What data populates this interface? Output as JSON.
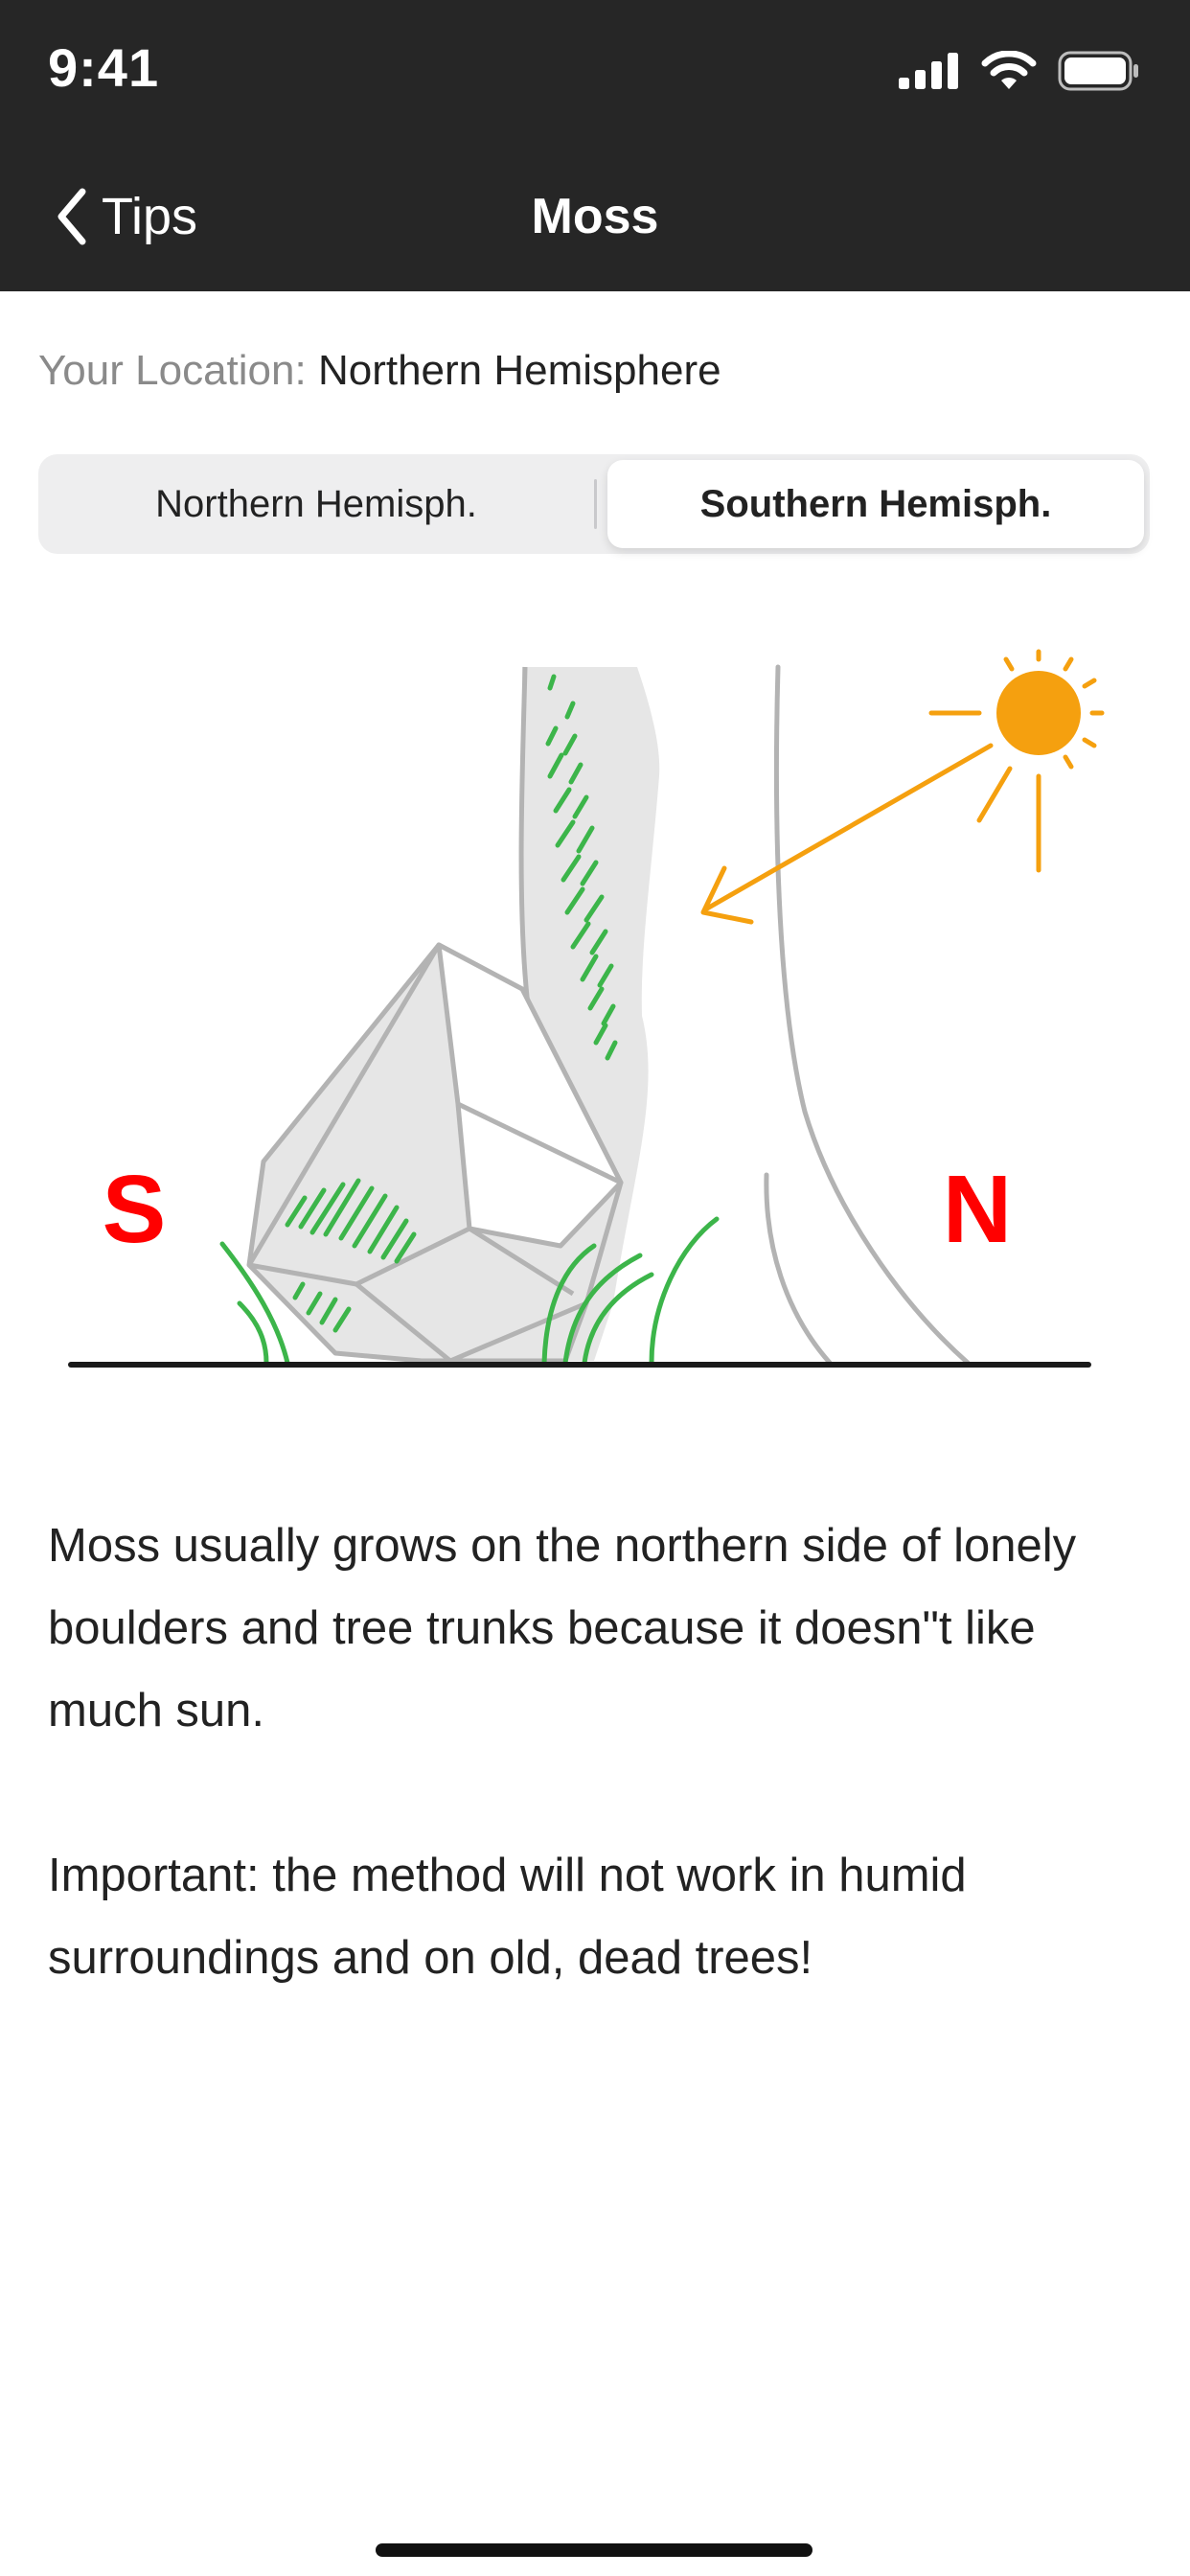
{
  "status_bar": {
    "time": "9:41",
    "icons": [
      "signal-icon",
      "wifi-icon",
      "battery-icon"
    ]
  },
  "nav": {
    "back_label": "Tips",
    "back_icon": "chevron-left-icon",
    "title": "Moss"
  },
  "location": {
    "label": "Your Location:",
    "value": "Northern Hemisphere"
  },
  "hemisphere_toggle": {
    "options": [
      "Northern Hemisph.",
      "Southern Hemisph."
    ],
    "selected": "Southern Hemisph."
  },
  "illustration": {
    "left_direction": "S",
    "right_direction": "N",
    "direction_color": "#ff0000",
    "sun_color": "#f5a00f",
    "moss_color": "#3cb54a",
    "rock_fill": "#e6e6e6",
    "rock_stroke": "#b3b3b3"
  },
  "content": {
    "paragraph_1": "Moss usually grows on the northern side of lonely boulders and tree trunks because it doesn\"t like much sun.",
    "paragraph_2": "Important: the method will not work in humid surroundings and on old, dead trees!"
  }
}
